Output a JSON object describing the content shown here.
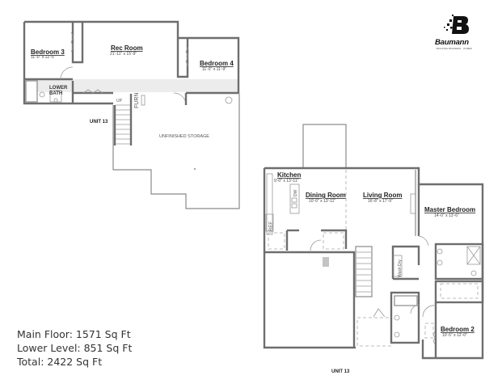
{
  "logo": {
    "brand": "Baumann",
    "tagline": "BUILDING BUSINESS · HOMES",
    "mark": "B"
  },
  "lower_level": {
    "unit_label": "UNIT 13",
    "rooms": [
      {
        "name": "Bedroom 3",
        "dims": "11'-0\" x 12'-5\""
      },
      {
        "name": "Rec Room",
        "dims": "21'-11\" x 15'-9\""
      },
      {
        "name": "Bedroom 4",
        "dims": "11'-0\" x 11'-9\""
      }
    ],
    "labels": {
      "lower_bath_1": "LOWER",
      "lower_bath_2": "BATH",
      "up": "UP",
      "furn": "FURN",
      "storage": "UNFINISHED STORAGE"
    }
  },
  "main_floor": {
    "unit_label": "UNIT 13",
    "rooms": [
      {
        "name": "Kitchen",
        "dims": "9'-0\" x 13'-11\""
      },
      {
        "name": "Dining Room",
        "dims": "10'-0\" x 13'-11\""
      },
      {
        "name": "Living Room",
        "dims": "16'-8\" x 17'-9\""
      },
      {
        "name": "Master Bedroom",
        "dims": "14'-0\" x 13'-6\""
      },
      {
        "name": "Bedroom 2",
        "dims": "10'-5\" x 12'-0\""
      }
    ],
    "labels": {
      "dw": "DW",
      "ref": "REF",
      "wash_dry": "Wash Dry"
    }
  },
  "square_footage": {
    "main_floor": "Main Floor: 1571 Sq Ft",
    "lower_level": "Lower Level: 851 Sq Ft",
    "total": "Total: 2422 Sq Ft"
  }
}
